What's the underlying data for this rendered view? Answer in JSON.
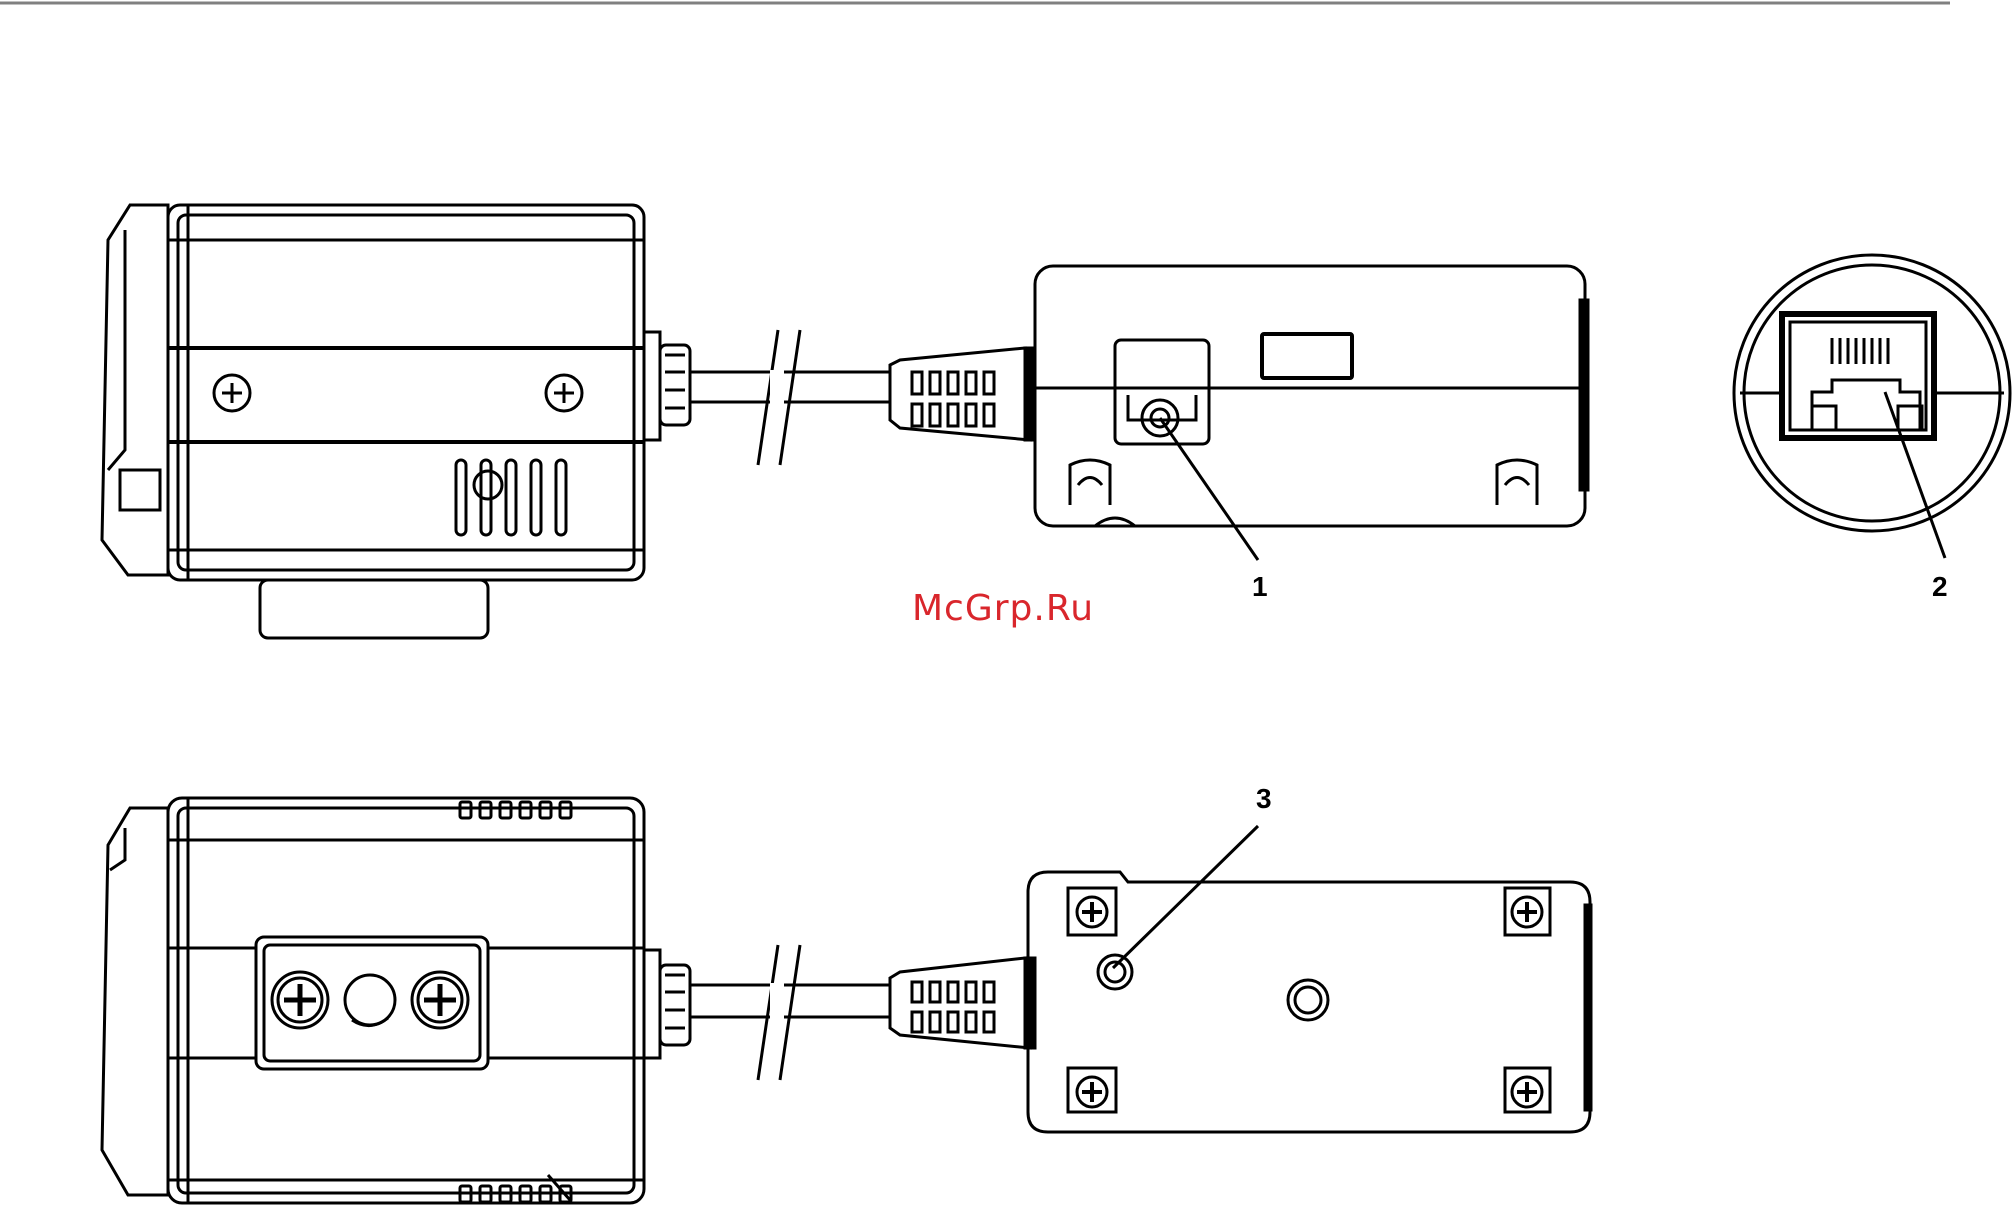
{
  "callouts": {
    "one": "1",
    "two": "2",
    "three": "3"
  },
  "watermark": "McGrp.Ru",
  "colors": {
    "line": "#000000",
    "background": "#ffffff",
    "watermark": "#d9262c",
    "rule": "#808080"
  }
}
